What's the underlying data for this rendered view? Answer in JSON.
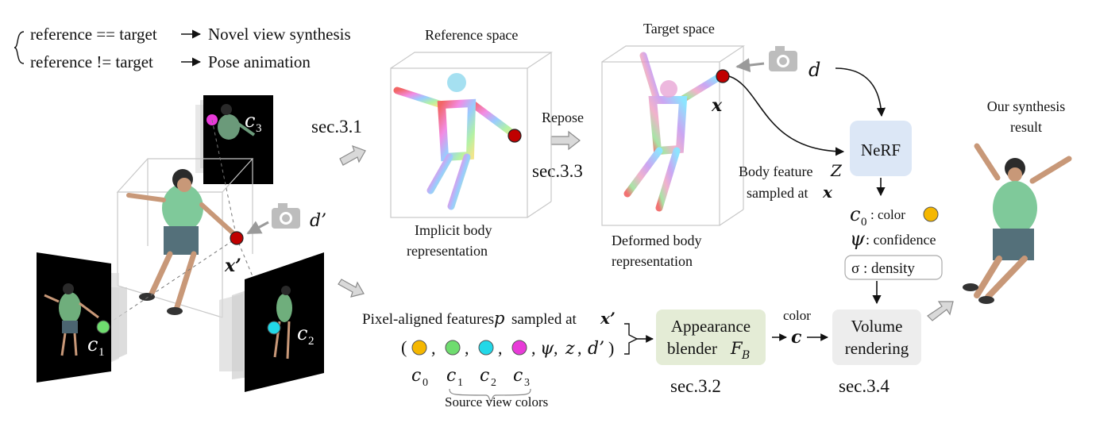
{
  "legend": {
    "line1_left": "reference == target",
    "line1_right": "Novel view synthesis",
    "line2_left": "reference != target",
    "line2_right": "Pose animation"
  },
  "sections": {
    "s31": "sec.3.1",
    "s33": "sec.3.3",
    "s32": "sec.3.2",
    "s34": "sec.3.4"
  },
  "reference": {
    "title": "Reference space",
    "caption_1": "Implicit body",
    "caption_2": "representation"
  },
  "repose_label": "Repose",
  "target": {
    "title": "Target space",
    "caption_1": "Deformed body",
    "caption_2": "representation"
  },
  "symbols": {
    "d": "d",
    "d_prime": "d’",
    "x": "x",
    "x_prime": "x’",
    "c1": "c",
    "c2": "c",
    "c3": "c",
    "sub1": "1",
    "sub2": "2",
    "sub3": "3"
  },
  "body_feature": {
    "line1": "Body feature",
    "var_z": "Z",
    "line2": "sampled at",
    "var_x": "x"
  },
  "nerf_label": "NeRF",
  "outputs": {
    "c0_sym": "c",
    "c0_sub": "0",
    "c0_text": ": color",
    "psi_sym": "ψ",
    "psi_text": ": confidence",
    "sigma_text": "σ : density"
  },
  "result": {
    "line1": "Our synthesis",
    "line2": "result"
  },
  "pixel_aligned": {
    "text": "Pixel-aligned features",
    "var_p": "p",
    "sampled": "sampled at",
    "var_x": "x’"
  },
  "tuple": {
    "open": "(",
    "comma": ",",
    "psi": "ψ",
    "z": "z",
    "d_prime": "d’",
    "close": ")"
  },
  "color_labels": {
    "c": "c",
    "s0": "0",
    "s1": "1",
    "s2": "2",
    "s3": "3"
  },
  "source_view_colors": "Source view colors",
  "appearance": {
    "line1": "Appearance",
    "line2": "blender",
    "var": "F",
    "sub": "B"
  },
  "color_arrow": {
    "label": "color",
    "var": "c"
  },
  "volume": {
    "line1": "Volume",
    "line2": "rendering"
  },
  "colors": {
    "nerf_box": "#dce7f6",
    "appearance_box": "#e4ecd6",
    "volume_box": "#ededed",
    "point_red": "#c00000",
    "orange": "#f5b700",
    "green": "#6fdc6f",
    "cyan": "#22d8e8",
    "magenta": "#e83ad8",
    "arrow_gray": "#bdbdbd"
  }
}
